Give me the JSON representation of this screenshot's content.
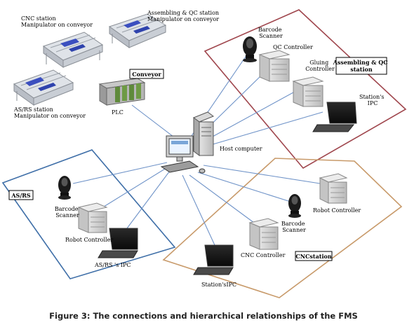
{
  "groups": {
    "conveyor": "Conveyor",
    "assembling_qc": [
      "Assembling & QC",
      "station"
    ],
    "asrs": "AS/RS",
    "cnc_station": "CNCstation"
  },
  "nodes": {
    "cnc_manip": [
      "CNC station",
      "Manipulator on conveyor"
    ],
    "assy_manip": [
      "Assembling & QC station",
      "Manipulator on conveyor"
    ],
    "asrs_manip": [
      "AS/RS station",
      "Manipulator on conveyor"
    ],
    "plc": "PLC",
    "host": "Host computer",
    "barcode_top": [
      "Barcode",
      "Scanner"
    ],
    "qc_controller": "QC Controller",
    "gluing": [
      "Gluing",
      "Controller"
    ],
    "station_ipc_top": [
      "Station's",
      "IPC"
    ],
    "barcode_left": [
      "Barcode",
      "Scanner"
    ],
    "robot_left": "Robot Controller",
    "asrs_ipc": "AS/RS 's IPC",
    "robot_right": "Robot Controller",
    "barcode_right": [
      "Barcode",
      "Scanner"
    ],
    "cnc_controller": "CNC Controller",
    "station_ipc_bottom": "Station'sIPC"
  },
  "caption": "Figure 3: The connections and hierarchical relationships of the FMS",
  "colors": {
    "assembling_region": "#a0474e",
    "asrs_region": "#3f6fa8",
    "cnc_region": "#c89a6a",
    "link": "#6f93c8"
  }
}
